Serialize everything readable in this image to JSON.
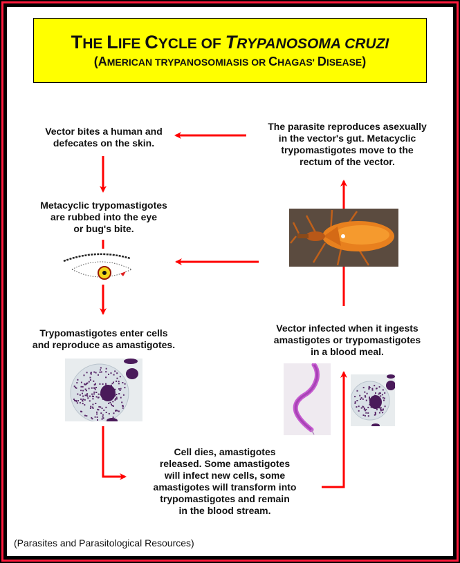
{
  "title": {
    "line1_parts": [
      {
        "text": "T",
        "big": true
      },
      {
        "text": "HE ",
        "big": false
      },
      {
        "text": "L",
        "big": true
      },
      {
        "text": "IFE ",
        "big": false
      },
      {
        "text": "C",
        "big": true
      },
      {
        "text": "YCLE OF ",
        "big": false
      },
      {
        "text": "T",
        "big": true,
        "italic": true
      },
      {
        "text": "RYPANOSOMA CRUZI",
        "big": false,
        "italic": true
      }
    ],
    "line1_full": "The Life Cycle of Trypanosoma cruzi",
    "line2_parts": [
      {
        "text": "(",
        "big": true
      },
      {
        "text": "A",
        "big": true
      },
      {
        "text": "MERICAN TRYPANOSOMIASIS OR ",
        "big": false
      },
      {
        "text": "C",
        "big": true
      },
      {
        "text": "HAGAS' ",
        "big": false
      },
      {
        "text": "D",
        "big": true
      },
      {
        "text": "ISEASE",
        "big": false
      },
      {
        "text": ")",
        "big": true
      }
    ],
    "line2_full": "(American trypanosomiasis or Chagas' Disease)"
  },
  "steps": {
    "vector_bites": "Vector bites a human and\ndefecates on the skin.",
    "parasite_reproduces": "The parasite reproduces asexually\nin the vector's gut.  Metacyclic\ntrypomastigotes move to the\nrectum of the vector.",
    "rubbed_into_eye": "Metacyclic trypomastigotes\nare rubbed into the eye\nor bug's bite.",
    "enter_cells": "Trypomastigotes enter cells\nand reproduce as amastigotes.",
    "vector_infected": "Vector infected when it ingests\namastigotes or trypomastigotes\nin a blood meal.",
    "cell_dies": "Cell dies, amastigotes\nreleased.  Some amastigotes\nwill infect new cells, some\namastigotes will transform into\ntrypomastigotes and remain\nin the blood stream."
  },
  "images": {
    "eye": "eye-illustration",
    "bug": "triatomine-bug-photo",
    "infected_cell_left": "amastigote-infected-cell-micrograph",
    "trypomastigote": "trypomastigote-micrograph",
    "infected_cell_right": "amastigote-infected-cell-micrograph"
  },
  "credit": "(Parasites and Parasitological Resources)",
  "colors": {
    "arrow": "#ff0000",
    "title_bg": "#ffff00",
    "frame_red": "#ff1a3c",
    "frame_black": "#000000"
  }
}
